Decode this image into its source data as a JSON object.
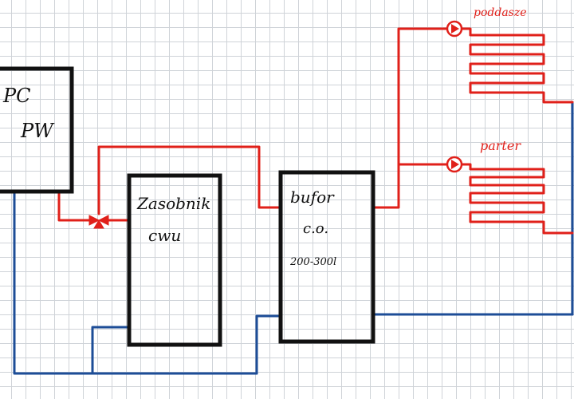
{
  "colors": {
    "supply": "#e0201a",
    "return": "#1d4d97",
    "box_outline": "#111111",
    "grid": "#cfd3d8"
  },
  "heat_pump": {
    "line1": "PC",
    "line2": "PW"
  },
  "dhw_tank": {
    "line1": "Zasobnik",
    "line2": "cwu"
  },
  "buffer": {
    "line1": "bufor",
    "line2": "c.o.",
    "line3": "200-300l"
  },
  "circuits": [
    {
      "label": "poddasze",
      "icon": "circulation-pump-icon"
    },
    {
      "label": "parter",
      "icon": "circulation-pump-icon"
    }
  ],
  "valve": {
    "icon": "three-way-valve-icon"
  }
}
